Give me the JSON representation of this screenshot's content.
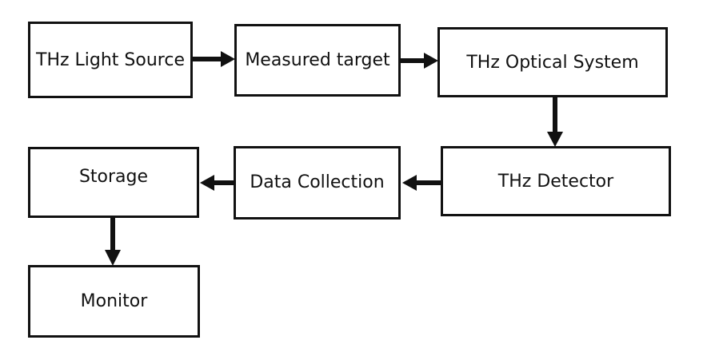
{
  "diagram": {
    "nodes": [
      {
        "id": "thz-light-source",
        "label": "THz Light Source"
      },
      {
        "id": "measured-target",
        "label": "Measured target"
      },
      {
        "id": "thz-optical-system",
        "label": "THz Optical System"
      },
      {
        "id": "thz-detector",
        "label": "THz Detector"
      },
      {
        "id": "data-collection",
        "label": "Data Collection"
      },
      {
        "id": "storage",
        "label": "Storage"
      },
      {
        "id": "monitor",
        "label": "Monitor"
      }
    ],
    "edges": [
      {
        "from": "thz-light-source",
        "to": "measured-target"
      },
      {
        "from": "measured-target",
        "to": "thz-optical-system"
      },
      {
        "from": "thz-optical-system",
        "to": "thz-detector"
      },
      {
        "from": "thz-detector",
        "to": "data-collection"
      },
      {
        "from": "data-collection",
        "to": "storage"
      },
      {
        "from": "storage",
        "to": "monitor"
      }
    ]
  }
}
